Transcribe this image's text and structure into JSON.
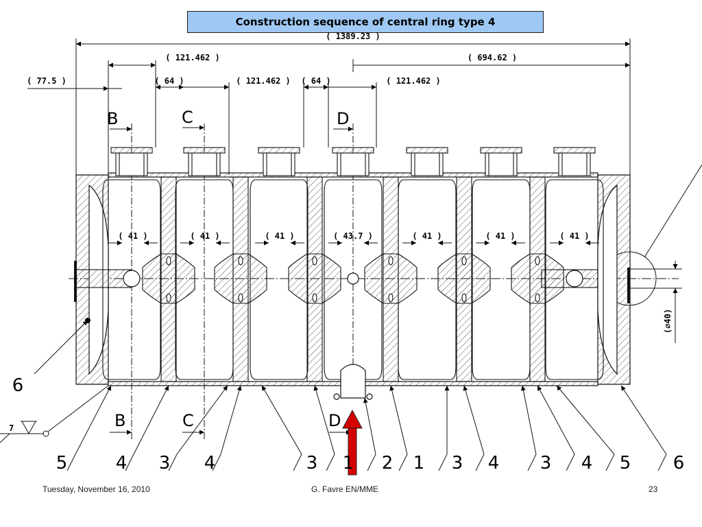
{
  "title": "Construction sequence of central ring type 4",
  "dimensions": {
    "overall": "( 1389.23 )",
    "half_length": "( 694.62 )",
    "offset_left": "( 77.5 )",
    "span_a": "( 121.462 )",
    "span_b": "( 64 )",
    "span_c": "( 121.462 )",
    "span_d": "( 64 )",
    "span_e": "( 121.462 )",
    "diameter": "(⌀40)"
  },
  "cell_gaps": [
    "( 41 )",
    "( 41 )",
    "( 41 )",
    "( 43.7 )",
    "( 41 )",
    "( 41 )",
    "( 41 )"
  ],
  "section_marks": {
    "b_top": "B",
    "c_top": "C",
    "d_top": "D",
    "b_bottom": "B",
    "c_bottom": "C",
    "d_bottom": "D"
  },
  "weld_symbol": "7",
  "callouts": [
    "6",
    "5",
    "4",
    "3",
    "4",
    "3",
    "1",
    "2",
    "1",
    "3",
    "4",
    "3",
    "4",
    "5",
    "6"
  ],
  "colors": {
    "title_bg": "#9fc9f4",
    "arrow": "#d40000",
    "hatch": "#555555",
    "line": "#111111"
  },
  "footer": {
    "date": "Tuesday, November 16, 2010",
    "author": "G. Favre EN/MME",
    "page": "23"
  }
}
